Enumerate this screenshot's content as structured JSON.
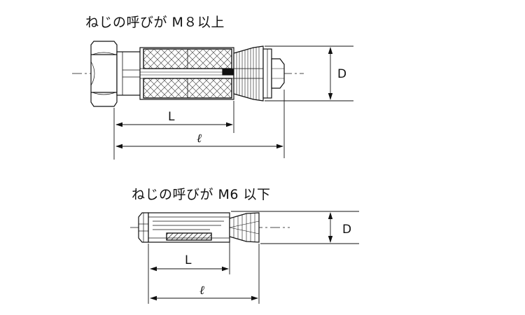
{
  "captions": {
    "top": "ねじの呼びが M８以上",
    "bottom": "ねじの呼びが M6 以下"
  },
  "dimensions": {
    "top": {
      "length_L": "L",
      "length_total": "ℓ",
      "diameter": "D"
    },
    "bottom": {
      "length_L": "L",
      "length_total": "ℓ",
      "diameter": "D"
    }
  }
}
